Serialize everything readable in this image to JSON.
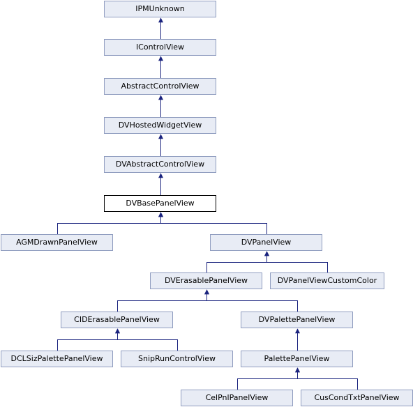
{
  "diagram": {
    "type": "inheritance-graph",
    "colors": {
      "node_fill": "#e8ecf5",
      "node_border": "#8f9cbf",
      "current_fill": "#ffffff",
      "current_border": "#000000",
      "edge": "#1a237e"
    },
    "nodes": {
      "ipmunknown": "IPMUnknown",
      "icontrolview": "IControlView",
      "abstractcontrolview": "AbstractControlView",
      "dvhostedwidgetview": "DVHostedWidgetView",
      "dvabstractcontrolview": "DVAbstractControlView",
      "dvbasepanelview": "DVBasePanelView",
      "agmdrawnpanelview": "AGMDrawnPanelView",
      "dvpanelview": "DVPanelView",
      "dverasablepanelview": "DVErasablePanelView",
      "dvpanelviewcustomcolor": "DVPanelViewCustomColor",
      "ciderasablepanelview": "CIDErasablePanelView",
      "dvpalettepanelview": "DVPalettePanelView",
      "dclsizpalettepanelview": "DCLSizPalettePanelView",
      "sniprunconrolview": "SnipRunControlView",
      "palettepanelview": "PalettePanelView",
      "celpnlpanelview": "CelPnlPanelView",
      "cuscondtxtpanelview": "CusCondTxtPanelView"
    },
    "current_node": "dvbasepanelview",
    "edges": [
      {
        "from": "icontrolview",
        "to": "ipmunknown"
      },
      {
        "from": "abstractcontrolview",
        "to": "icontrolview"
      },
      {
        "from": "dvhostedwidgetview",
        "to": "abstractcontrolview"
      },
      {
        "from": "dvabstractcontrolview",
        "to": "dvhostedwidgetview"
      },
      {
        "from": "dvbasepanelview",
        "to": "dvabstractcontrolview"
      },
      {
        "from": "agmdrawnpanelview",
        "to": "dvbasepanelview"
      },
      {
        "from": "dvpanelview",
        "to": "dvbasepanelview"
      },
      {
        "from": "dverasablepanelview",
        "to": "dvpanelview"
      },
      {
        "from": "dvpanelviewcustomcolor",
        "to": "dvpanelview"
      },
      {
        "from": "ciderasablepanelview",
        "to": "dverasablepanelview"
      },
      {
        "from": "dvpalettepanelview",
        "to": "dverasablepanelview"
      },
      {
        "from": "dclsizpalettepanelview",
        "to": "ciderasablepanelview"
      },
      {
        "from": "sniprunconrolview",
        "to": "ciderasablepanelview"
      },
      {
        "from": "palettepanelview",
        "to": "dvpalettepanelview"
      },
      {
        "from": "celpnlpanelview",
        "to": "palettepanelview"
      },
      {
        "from": "cuscondtxtpanelview",
        "to": "palettepanelview"
      }
    ]
  }
}
